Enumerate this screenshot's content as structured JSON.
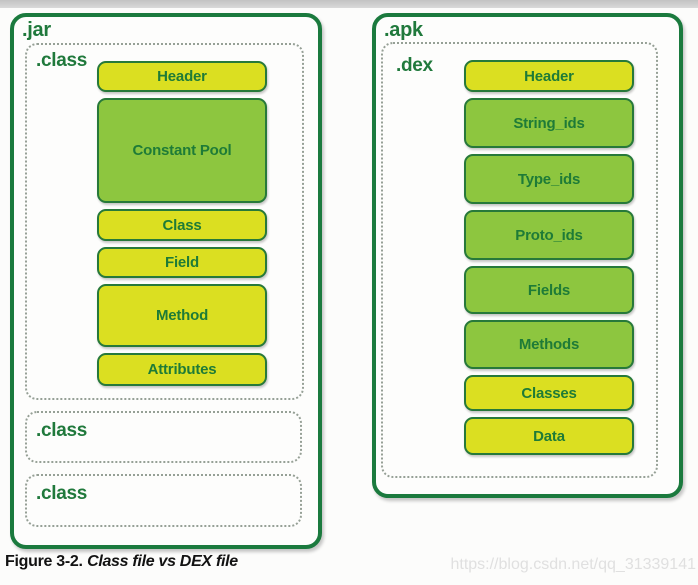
{
  "colors": {
    "border": "#1b7a3e",
    "sectionborder": "#27793a",
    "yellow": "#dbdf21",
    "green": "#8dc63f",
    "boxtext": "#1e7b37",
    "labeltext": "#20793c"
  },
  "jar": {
    "label": ".jar",
    "class_box": {
      "label": ".class",
      "sections": [
        {
          "label": "Header",
          "tone": "yellow",
          "height": 31
        },
        {
          "label": "Constant Pool",
          "tone": "green",
          "height": 105
        },
        {
          "label": "Class",
          "tone": "yellow",
          "height": 32
        },
        {
          "label": "Field",
          "tone": "yellow",
          "height": 31
        },
        {
          "label": "Method",
          "tone": "yellow",
          "height": 63
        },
        {
          "label": "Attributes",
          "tone": "yellow",
          "height": 33
        }
      ]
    },
    "extra_class_boxes": [
      {
        "label": ".class"
      },
      {
        "label": ".class"
      }
    ]
  },
  "apk": {
    "label": ".apk",
    "dex_box": {
      "label": ".dex",
      "sections": [
        {
          "label": "Header",
          "tone": "yellow",
          "height": 32
        },
        {
          "label": "String_ids",
          "tone": "green",
          "height": 50
        },
        {
          "label": "Type_ids",
          "tone": "green",
          "height": 50
        },
        {
          "label": "Proto_ids",
          "tone": "green",
          "height": 50
        },
        {
          "label": "Fields",
          "tone": "green",
          "height": 48
        },
        {
          "label": "Methods",
          "tone": "green",
          "height": 49
        },
        {
          "label": "Classes",
          "tone": "yellow",
          "height": 36
        },
        {
          "label": "Data",
          "tone": "yellow",
          "height": 38
        }
      ]
    }
  },
  "caption": {
    "prefix": "Figure 3-2.",
    "title": "Class file vs DEX file"
  },
  "watermark": "https://blog.csdn.net/qq_31339141"
}
